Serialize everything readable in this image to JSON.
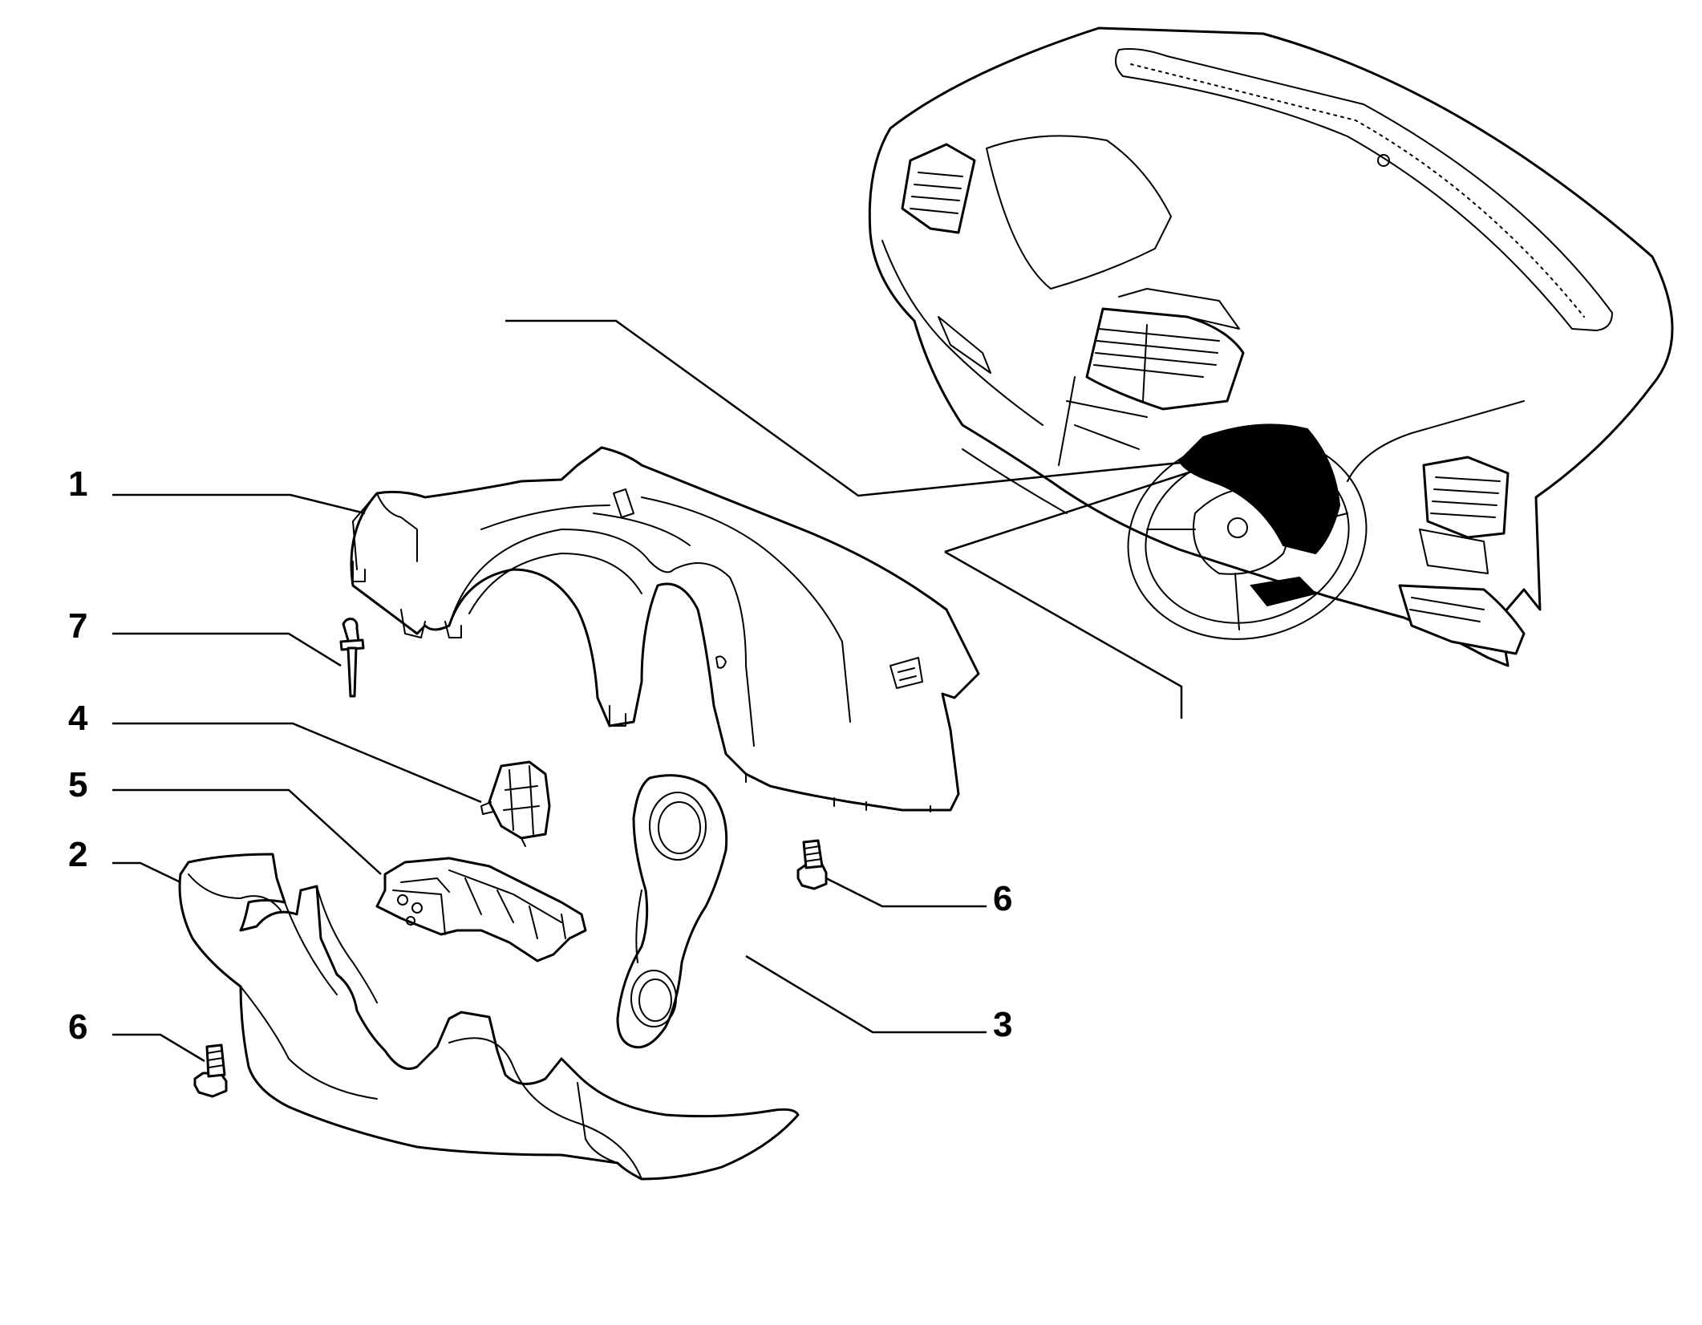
{
  "colors": {
    "line": "#000000",
    "background": "#ffffff"
  },
  "callouts": [
    {
      "id": "1",
      "label": "1"
    },
    {
      "id": "7",
      "label": "7"
    },
    {
      "id": "4",
      "label": "4"
    },
    {
      "id": "5",
      "label": "5"
    },
    {
      "id": "2",
      "label": "2"
    },
    {
      "id": "6a",
      "label": "6"
    },
    {
      "id": "6b",
      "label": "6"
    },
    {
      "id": "3",
      "label": "3"
    }
  ]
}
